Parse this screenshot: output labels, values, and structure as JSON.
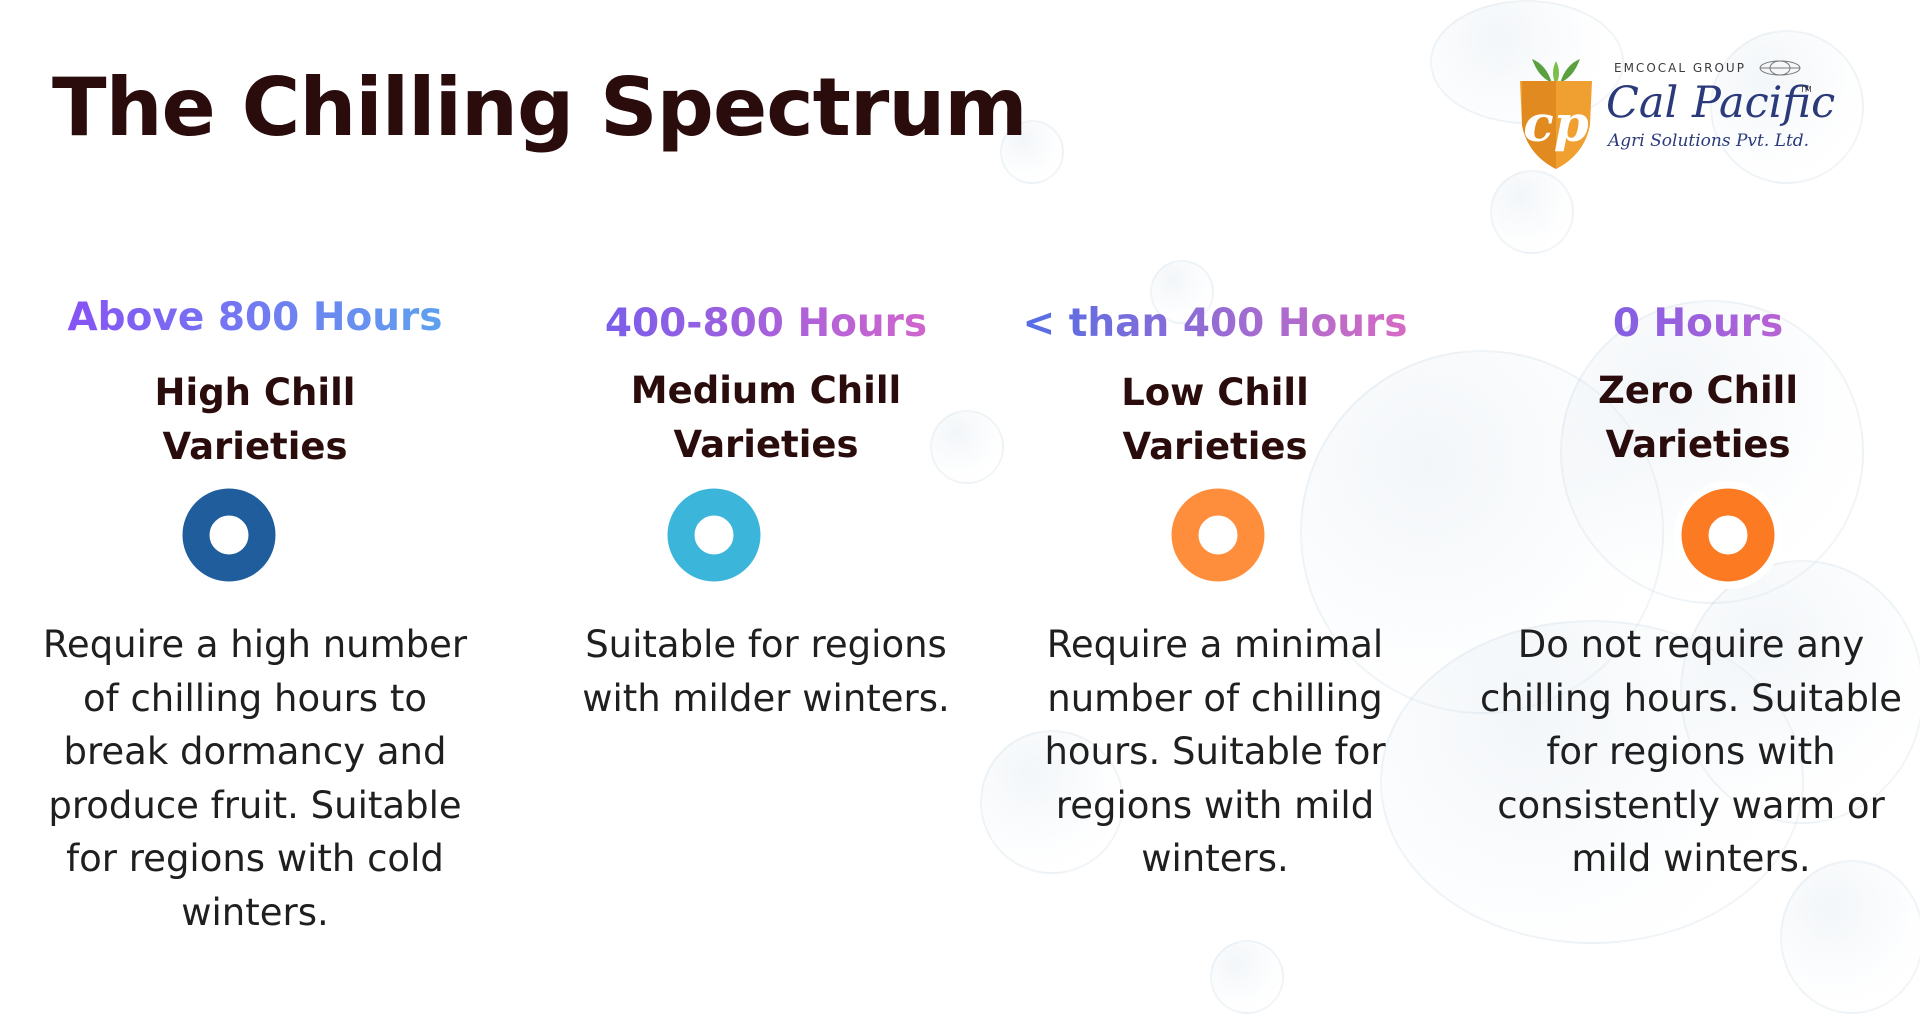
{
  "page": {
    "title": "The Chilling Spectrum"
  },
  "logo": {
    "group": "EMCOCAL GROUP",
    "name": "Cal Pacific",
    "tm": "TM",
    "subtitle": "Agri Solutions Pvt. Ltd.",
    "mark_text": "cp",
    "colors": {
      "orange": "#f0a030",
      "leaf": "#5aa040",
      "navy": "#2b3a7a"
    }
  },
  "timeline": {
    "colors": [
      "#8a4cf5",
      "#7b66f2",
      "#6f95ea",
      "#66c0e4",
      "#5fdcdf"
    ]
  },
  "stages": [
    {
      "hours": "Above 800 Hours",
      "variety_line1": "High Chill",
      "variety_line2": "Varieties",
      "description": "Require a high number of chilling hours to break dormancy and produce fruit. Suitable for regions with cold winters.",
      "ring_color": "#1f5d9c",
      "hours_gradient": [
        "#8a4cf5",
        "#5aa8ee"
      ]
    },
    {
      "hours": "400-800 Hours",
      "variety_line1": "Medium Chill",
      "variety_line2": "Varieties",
      "description": "Suitable for regions with milder winters.",
      "ring_color": "#3bb5da",
      "hours_gradient": [
        "#6a5cf0",
        "#e066c8"
      ]
    },
    {
      "hours": "< than 400 Hours",
      "variety_line1": "Low Chill",
      "variety_line2": "Varieties",
      "description": "Require a minimal number of chilling hours. Suitable for regions with mild winters.",
      "ring_color": "#ff8e3c",
      "hours_gradient": [
        "#4a6ee8",
        "#e06ac0"
      ]
    },
    {
      "hours": "0 Hours",
      "variety_line1": "Zero Chill",
      "variety_line2": "Varieties",
      "description": "Do not require any chilling hours. Suitable for regions with consistently warm or mild winters.",
      "ring_color": "#fb7a22",
      "hours_gradient": [
        "#5a5cf0",
        "#e066c8"
      ]
    }
  ]
}
